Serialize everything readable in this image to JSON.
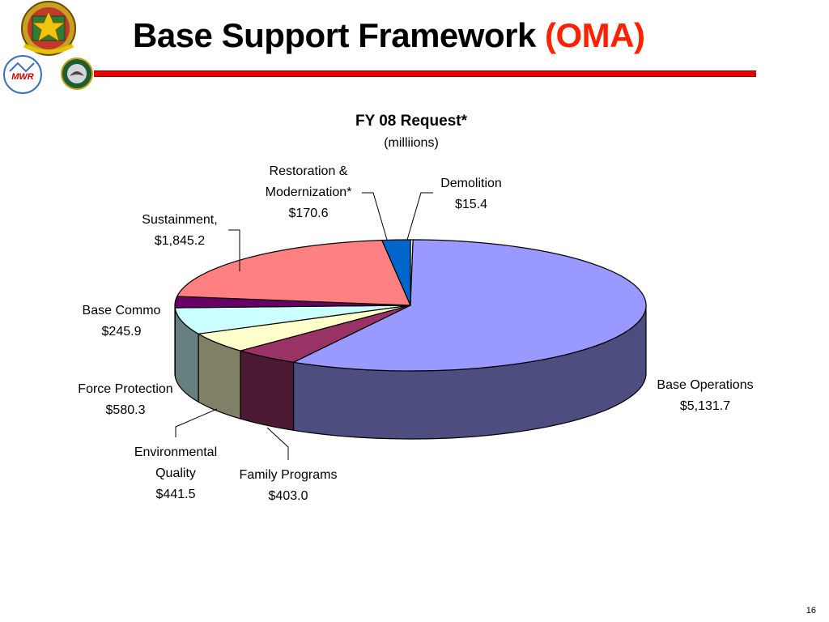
{
  "slide": {
    "title_main": "Base Support Framework",
    "title_accent": "(OMA)",
    "page_number": "16",
    "accent_color": "#ff2200",
    "rule_color": "#e60000"
  },
  "logos": {
    "insignia_icon": "installation-management-insignia-icon",
    "mwr_icon": "mwr-logo-icon",
    "mwr_text": "MWR",
    "seal_icon": "eagle-seal-icon"
  },
  "chart_data": {
    "type": "pie",
    "title": "FY 08 Request*",
    "subtitle": "(milliions)",
    "unit": "$M",
    "slices": [
      {
        "key": "demolition",
        "label_lines": [
          "Demolition",
          "$15.4"
        ],
        "value": 15.4,
        "color": "#ffffff"
      },
      {
        "key": "base-operations",
        "label_lines": [
          "Base Operations",
          "$5,131.7"
        ],
        "value": 5131.7,
        "color": "#9999ff"
      },
      {
        "key": "family-programs",
        "label_lines": [
          "Family Programs",
          "$403.0"
        ],
        "value": 403.0,
        "color": "#993366"
      },
      {
        "key": "environmental-quality",
        "label_lines": [
          "Environmental",
          "Quality",
          "$441.5"
        ],
        "value": 441.5,
        "color": "#ffffcc"
      },
      {
        "key": "force-protection",
        "label_lines": [
          "Force Protection",
          "$580.3"
        ],
        "value": 580.3,
        "color": "#ccffff"
      },
      {
        "key": "base-commo",
        "label_lines": [
          "Base Commo",
          "$245.9"
        ],
        "value": 245.9,
        "color": "#660066"
      },
      {
        "key": "sustainment",
        "label_lines": [
          "Sustainment,",
          "$1,845.2"
        ],
        "value": 1845.2,
        "color": "#ff8080"
      },
      {
        "key": "restoration-modernization",
        "label_lines": [
          "Restoration &",
          "Modernization*",
          "$170.6"
        ],
        "value": 170.6,
        "color": "#0066cc"
      }
    ]
  }
}
